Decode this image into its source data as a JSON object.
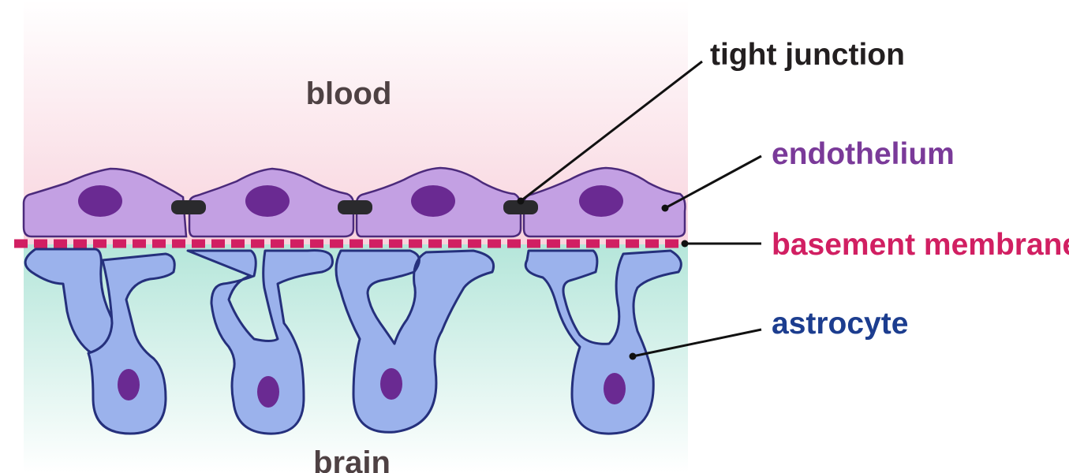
{
  "regions": {
    "top": "blood",
    "bottom": "brain"
  },
  "callouts": [
    {
      "id": "tight-junction",
      "text": "tight junction",
      "color": "#231f20"
    },
    {
      "id": "endothelium",
      "text": "endothelium",
      "color": "#7a3a99"
    },
    {
      "id": "basement-membrane",
      "text": "basement membrane",
      "color": "#d11f62"
    },
    {
      "id": "astrocyte",
      "text": "astrocyte",
      "color": "#1c3d8f"
    }
  ],
  "colors": {
    "blood_bg": "#f8d3dd",
    "brain_bg": "#b5e6da",
    "endothelial_cell": "#c3a0e3",
    "nucleus": "#6a2a92",
    "junction": "#2a2a2d",
    "membrane": "#d11f62",
    "astrocyte": "#9bb2ec"
  },
  "structure": {
    "endothelial_cells": 4,
    "tight_junctions": 3,
    "astrocytes": 4
  }
}
